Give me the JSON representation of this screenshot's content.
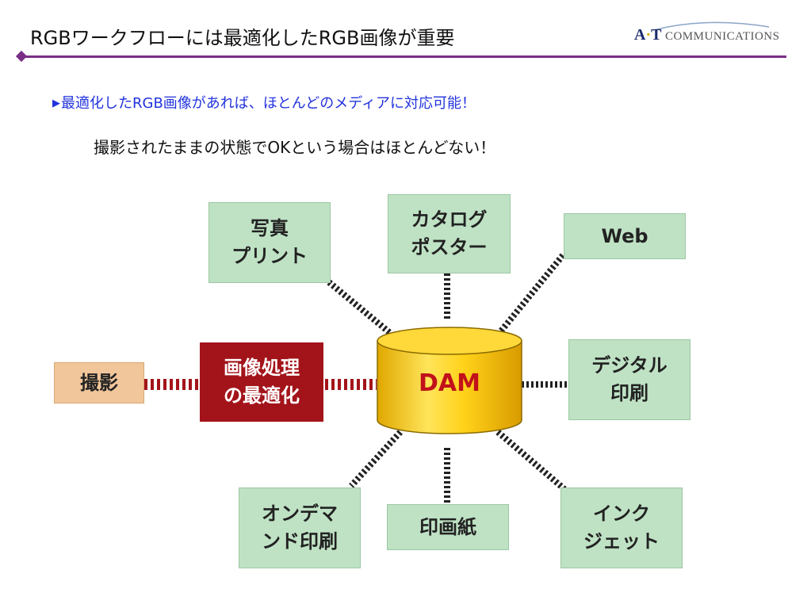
{
  "header": {
    "title": "RGBワークフローには最適化したRGB画像が重要",
    "logo_mark_a": "A",
    "logo_mark_dot": "·",
    "logo_mark_t": "T",
    "logo_text": "COMMUNICATIONS"
  },
  "content": {
    "bullet_marker": "▶",
    "bullet_text": "最適化したRGB画像があれば、ほとんどのメディアに対応可能！",
    "sub_text": "撮影されたままの状態でOKという場合はほとんどない！"
  },
  "diagram": {
    "center": "DAM",
    "input": "撮影",
    "process": "画像処理\nの最適化",
    "outputs": {
      "photo_print": "写真\nプリント",
      "catalog_poster": "カタログ\nポスター",
      "web": "Web",
      "digital_print": "デジタル\n印刷",
      "inkjet": "インク\nジェット",
      "printing_paper": "印画紙",
      "on_demand": "オンデマ\nンド印刷"
    }
  },
  "colors": {
    "accent_purple": "#7a2e86",
    "bullet_blue": "#2233dd",
    "process_red": "#a3141a",
    "dam_gold": "#f5c400",
    "output_green": "#bfe2c4",
    "input_tan": "#f1c69b"
  }
}
